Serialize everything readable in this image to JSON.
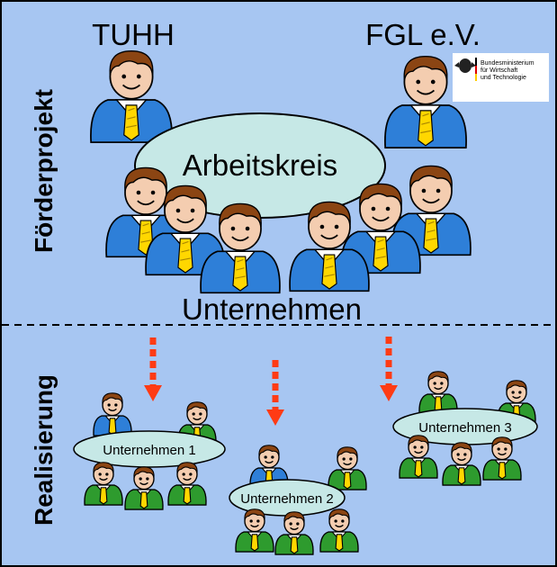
{
  "top": {
    "tuhh": "TUHH",
    "fgl": "FGL e.V.",
    "arbeitskreis": "Arbeitskreis",
    "unternehmen": "Unternehmen",
    "side_label": "Förderprojekt"
  },
  "bottom": {
    "side_label": "Realisierung",
    "groups": [
      "Unternehmen 1",
      "Unternehmen 2",
      "Unternehmen 3"
    ]
  },
  "logo": {
    "line1": "Bundesministerium",
    "line2": "für Wirtschaft",
    "line3": "und Technologie"
  },
  "colors": {
    "background": "#a7c6f2",
    "ellipse": "#c6e8e6",
    "suit_blue": "#2e7fd8",
    "suit_green": "#2e9b2e",
    "arrow": "#ff3b14",
    "skin": "#f4cdb0",
    "hair": "#8b4513",
    "tie": "#ffd700"
  }
}
